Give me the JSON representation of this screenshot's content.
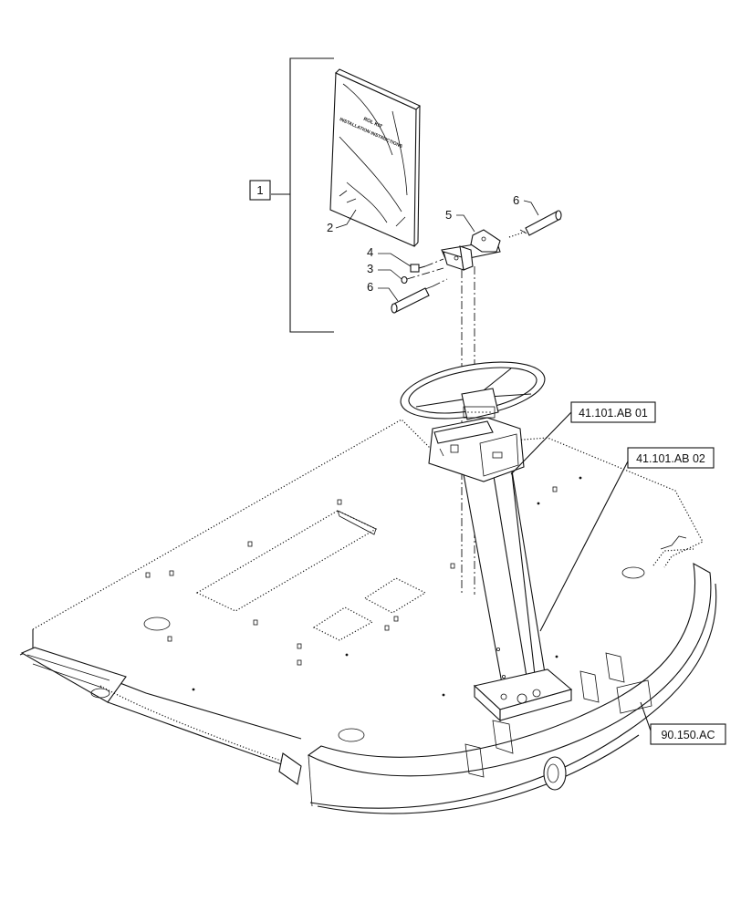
{
  "callouts": {
    "item_1": "1",
    "item_2": "2",
    "item_3": "3",
    "item_4": "4",
    "item_5": "5",
    "item_6_top": "6",
    "item_6_bottom": "6"
  },
  "references": {
    "ref_a": "41.101.AB 01",
    "ref_b": "41.101.AB 02",
    "ref_c": "90.150.AC"
  },
  "manual": {
    "line1": "ROL KIT",
    "line2": "INSTALLATION INSTRUCTIONS"
  }
}
